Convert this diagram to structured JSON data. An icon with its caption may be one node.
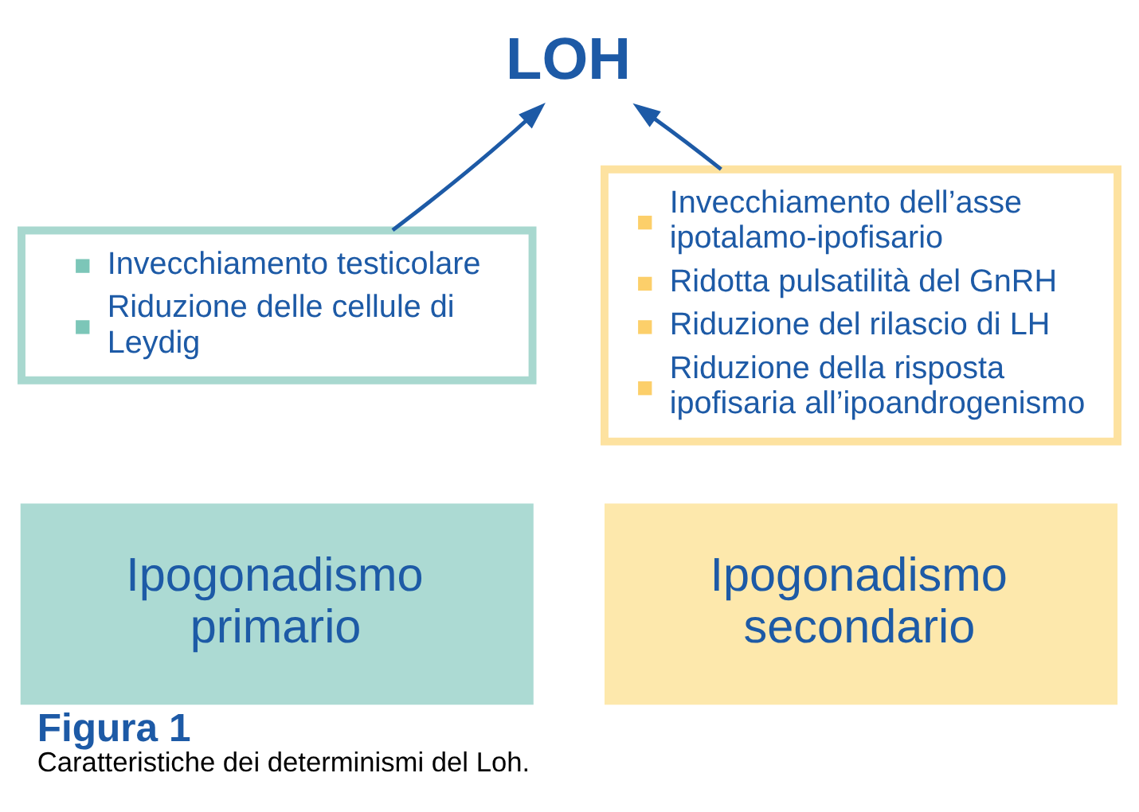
{
  "diagram": {
    "title": "Figura 1",
    "caption": "Caratteristiche dei determinismi del Loh.",
    "nodes": [
      {
        "text": [
          "LOH"
        ]
      },
      {
        "text": [
          "Invecchiamento testicolare",
          "Riduzione delle cellule di Leydig"
        ]
      },
      {
        "text": [
          "Invecchiamento dell’asse ipotalamo-ipofisario",
          "Ridotta pulsatilità del GnRH",
          "Riduzione del rilascio di LH",
          "Riduzione della risposta ipofisaria all’ipoandrogenismo"
        ]
      },
      {
        "text": [
          "Ipogonadismo primario"
        ]
      },
      {
        "text": [
          "Ipogonadismo secondario"
        ]
      }
    ],
    "edges": [
      {
        "from": 1,
        "to": 0,
        "arrow": "to"
      },
      {
        "from": 2,
        "to": 0,
        "arrow": "to"
      }
    ]
  }
}
